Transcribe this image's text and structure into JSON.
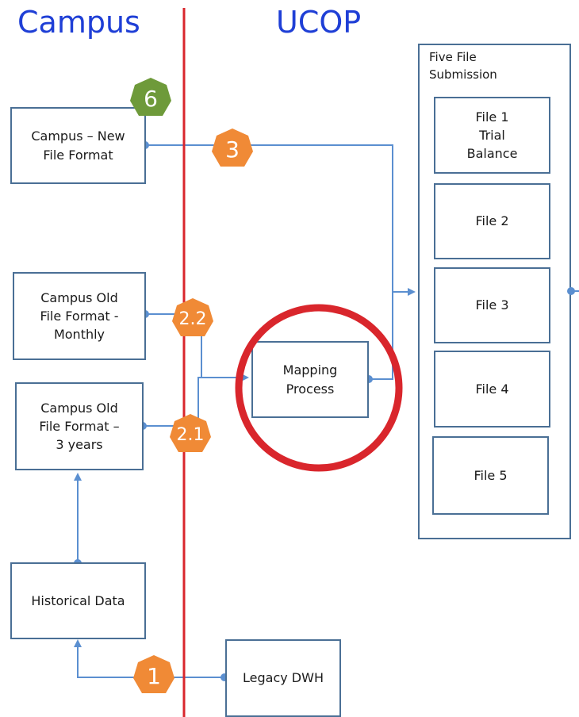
{
  "headers": {
    "left": "Campus",
    "right": "UCOP"
  },
  "campus_boxes": {
    "new_format": "Campus – New\nFile Format",
    "old_monthly": "Campus Old\nFile Format -\nMonthly",
    "old_3years": "Campus Old\nFile Format –\n3 years",
    "historical": "Historical Data"
  },
  "mapping_process": "Mapping\nProcess",
  "legacy_dwh": "Legacy DWH",
  "five_file": {
    "title": "Five File\nSubmission",
    "files": [
      "File 1\nTrial\nBalance",
      "File 2",
      "File 3",
      "File 4",
      "File 5"
    ]
  },
  "steps": {
    "s6": "6",
    "s3": "3",
    "s22": "2.2",
    "s21": "2.1",
    "s1": "1"
  },
  "colors": {
    "header_text": "#1f3fd6",
    "divider": "#d9262c",
    "highlight_circle": "#d9262c",
    "connector": "#5b8fd0",
    "box_border": "#4a6f95",
    "step_orange": "#f08a36",
    "step_green": "#6e9a3a"
  }
}
